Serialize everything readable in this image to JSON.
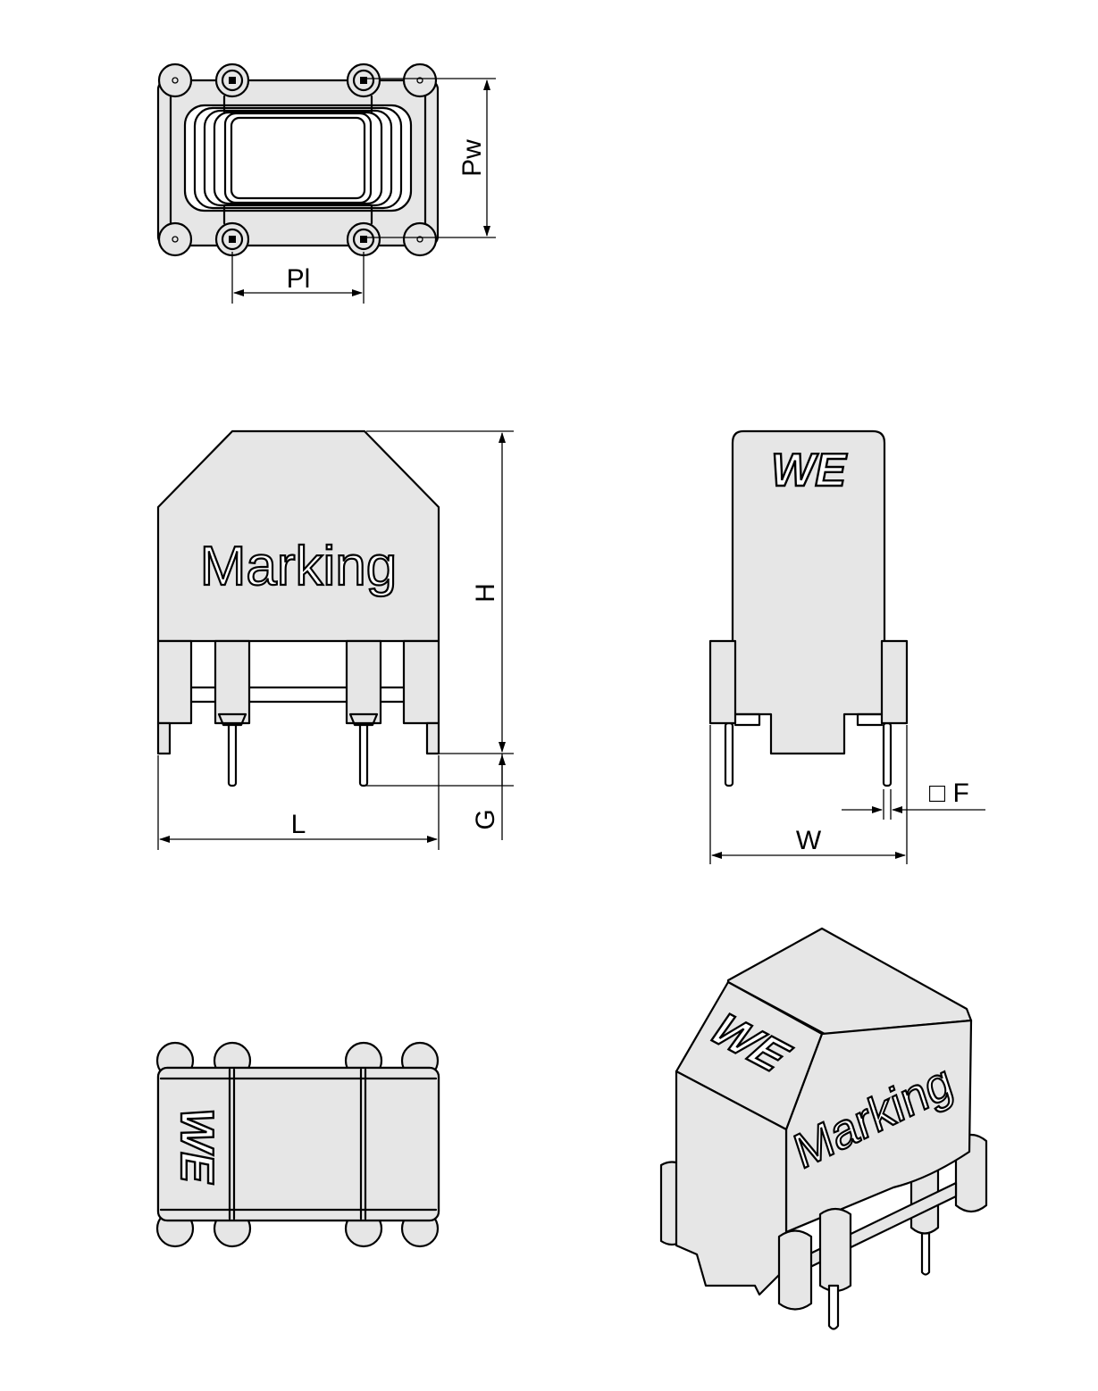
{
  "dimensions": {
    "pw": "Pw",
    "pl": "Pl",
    "h": "H",
    "g": "G",
    "l": "L",
    "w": "W",
    "f": "□ F"
  },
  "marking_text": "Marking",
  "logo_text": "WE",
  "colors": {
    "line": "#000000",
    "body_fill": "#e6e6e6",
    "background": "#ffffff"
  }
}
